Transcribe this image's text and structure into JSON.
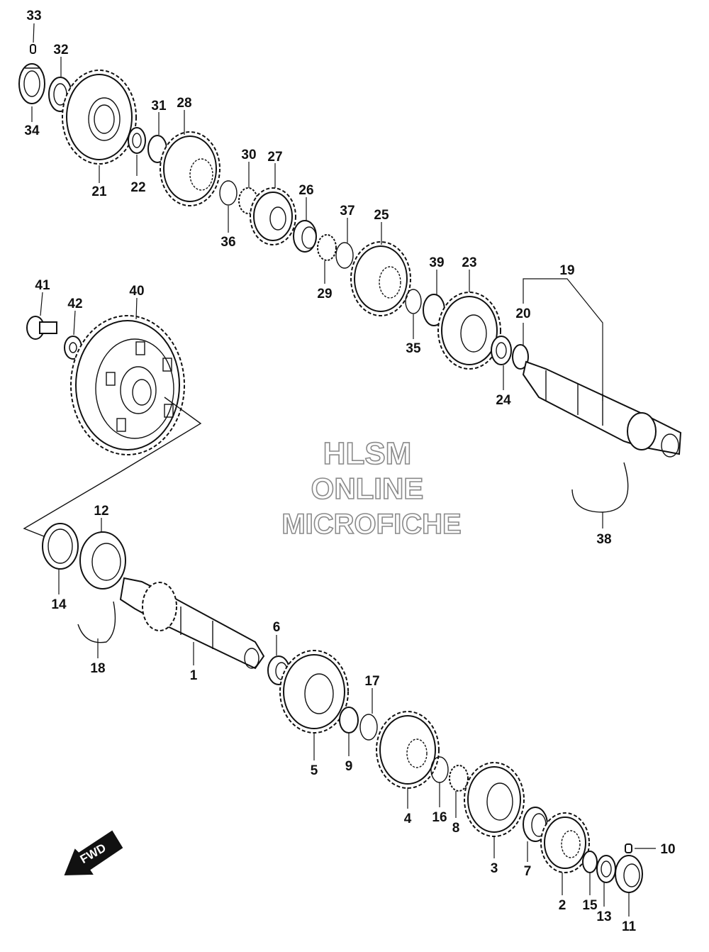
{
  "watermark": {
    "line1": "HLSM",
    "line2": "ONLINE",
    "line3": "MICROFICHE"
  },
  "direction_label": "FWD",
  "callouts": [
    {
      "id": "c33",
      "label": "33"
    },
    {
      "id": "c32",
      "label": "32"
    },
    {
      "id": "c34",
      "label": "34"
    },
    {
      "id": "c21",
      "label": "21"
    },
    {
      "id": "c22",
      "label": "22"
    },
    {
      "id": "c31",
      "label": "31"
    },
    {
      "id": "c28",
      "label": "28"
    },
    {
      "id": "c30",
      "label": "30"
    },
    {
      "id": "c27",
      "label": "27"
    },
    {
      "id": "c36",
      "label": "36"
    },
    {
      "id": "c26",
      "label": "26"
    },
    {
      "id": "c37",
      "label": "37"
    },
    {
      "id": "c25",
      "label": "25"
    },
    {
      "id": "c29",
      "label": "29"
    },
    {
      "id": "c39",
      "label": "39"
    },
    {
      "id": "c23",
      "label": "23"
    },
    {
      "id": "c35",
      "label": "35"
    },
    {
      "id": "c19",
      "label": "19"
    },
    {
      "id": "c20",
      "label": "20"
    },
    {
      "id": "c24",
      "label": "24"
    },
    {
      "id": "c41",
      "label": "41"
    },
    {
      "id": "c42",
      "label": "42"
    },
    {
      "id": "c40",
      "label": "40"
    },
    {
      "id": "c38",
      "label": "38"
    },
    {
      "id": "c12",
      "label": "12"
    },
    {
      "id": "c14",
      "label": "14"
    },
    {
      "id": "c18",
      "label": "18"
    },
    {
      "id": "c1",
      "label": "1"
    },
    {
      "id": "c6",
      "label": "6"
    },
    {
      "id": "c17",
      "label": "17"
    },
    {
      "id": "c5",
      "label": "5"
    },
    {
      "id": "c9",
      "label": "9"
    },
    {
      "id": "c4",
      "label": "4"
    },
    {
      "id": "c16",
      "label": "16"
    },
    {
      "id": "c8",
      "label": "8"
    },
    {
      "id": "c3",
      "label": "3"
    },
    {
      "id": "c7",
      "label": "7"
    },
    {
      "id": "c10",
      "label": "10"
    },
    {
      "id": "c2",
      "label": "2"
    },
    {
      "id": "c15",
      "label": "15"
    },
    {
      "id": "c13",
      "label": "13"
    },
    {
      "id": "c11",
      "label": "11"
    }
  ]
}
